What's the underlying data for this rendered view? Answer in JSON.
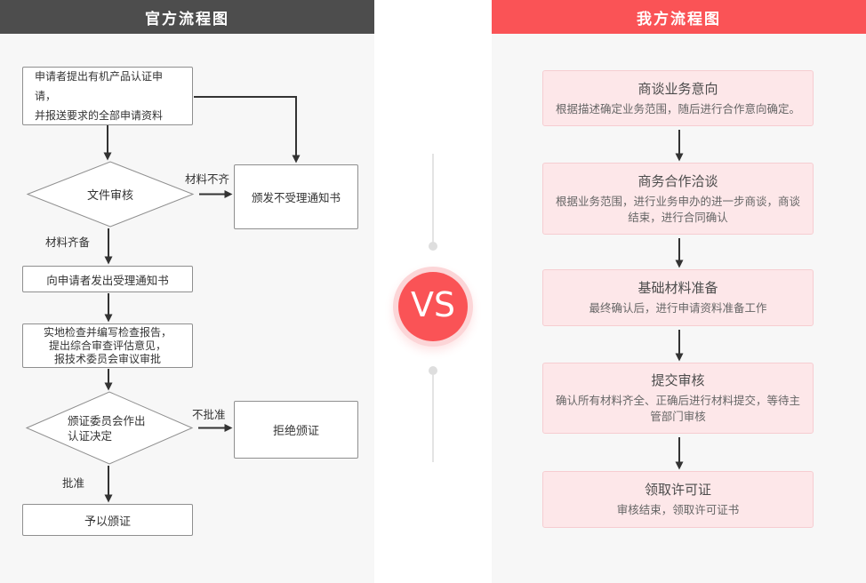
{
  "colors": {
    "left_header_bg": "#4d4d4d",
    "right_header_bg": "#fa5356",
    "panel_bg": "#f7f7f7",
    "flow_box_bg": "#ffffff",
    "flow_box_border": "#8f8f8f",
    "step_box_bg": "#fde7e9",
    "step_box_border": "#f6cdd1",
    "arrow": "#333333",
    "divider_line": "#e4e4e4",
    "vs_ring": "#fcd5d7",
    "vs_circle": "#fa5356",
    "vs_text": "#ffffff"
  },
  "left_panel": {
    "title": "官方流程图",
    "nodes": {
      "apply": {
        "lines": [
          "申请者提出有机产品认证申请，",
          "并报送要求的全部申请资料"
        ]
      },
      "file_review": {
        "label": "文件审核"
      },
      "reject_notice": {
        "label": "颁发不受理通知书"
      },
      "accept_notice": {
        "label": "向申请者发出受理通知书"
      },
      "inspection": {
        "lines": [
          "实地检查并编写检查报告，",
          "提出综合审查评估意见，",
          "报技术委员会审议审批"
        ]
      },
      "decision": {
        "lines": [
          "颁证委员会作出",
          "认证决定"
        ]
      },
      "refuse_cert": {
        "label": "拒绝颁证"
      },
      "grant_cert": {
        "label": "予以颁证"
      }
    },
    "edge_labels": {
      "materials_incomplete": "材料不齐",
      "materials_complete": "材料齐备",
      "not_approved": "不批准",
      "approved": "批准"
    }
  },
  "divider": {
    "vs_label": "VS"
  },
  "right_panel": {
    "title": "我方流程图",
    "steps": [
      {
        "title": "商谈业务意向",
        "desc": "根据描述确定业务范围，随后进行合作意向确定。"
      },
      {
        "title": "商务合作洽谈",
        "desc": "根据业务范围，进行业务申办的进一步商谈，商谈结束，进行合同确认"
      },
      {
        "title": "基础材料准备",
        "desc": "最终确认后，进行申请资料准备工作"
      },
      {
        "title": "提交审核",
        "desc": "确认所有材料齐全、正确后进行材料提交，等待主管部门审核"
      },
      {
        "title": "领取许可证",
        "desc": "审核结束，领取许可证书"
      }
    ]
  }
}
